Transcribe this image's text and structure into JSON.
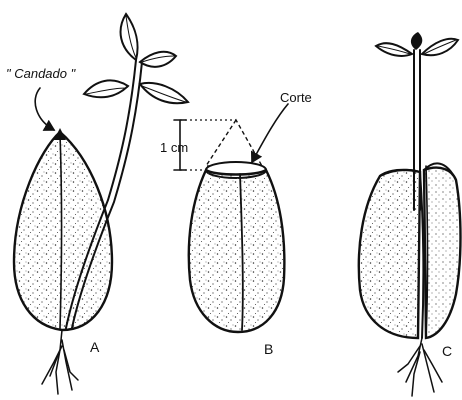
{
  "labels": {
    "candado": "\" Candado \"",
    "corte": "Corte",
    "height": "1 cm",
    "panel_a": "A",
    "panel_b": "B",
    "panel_c": "C"
  }
}
